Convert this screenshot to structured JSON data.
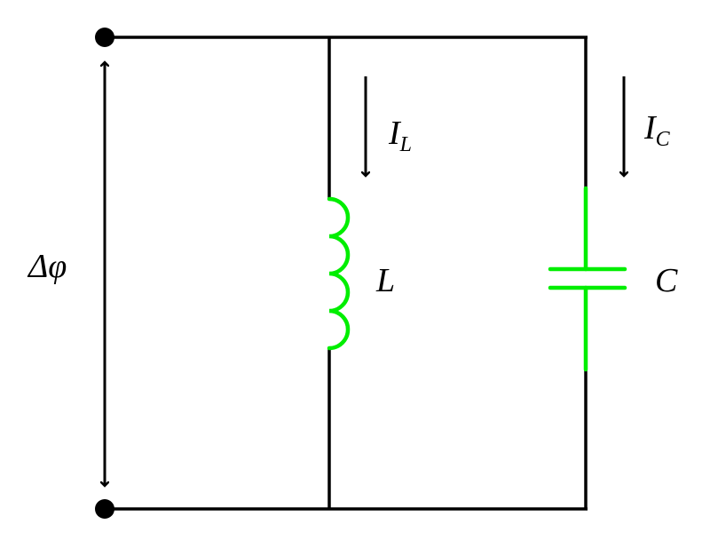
{
  "labels": {
    "voltage": "Δφ",
    "inductor_current_main": "I",
    "inductor_current_sub": "L",
    "capacitor_current_main": "I",
    "capacitor_current_sub": "C",
    "inductor": "L",
    "capacitor": "C"
  },
  "colors": {
    "wire": "#000000",
    "component": "#00ee00"
  }
}
